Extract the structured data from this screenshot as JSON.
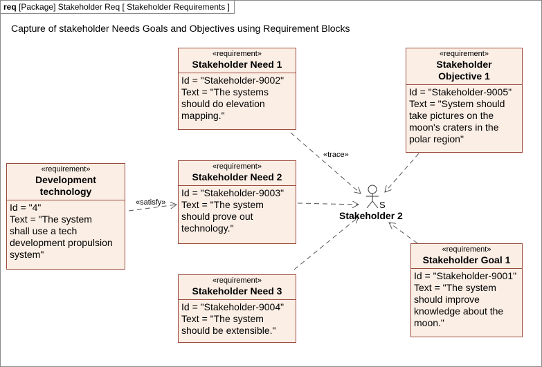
{
  "frame": {
    "kind": "req",
    "rest": "[Package] Stakeholder Req [ Stakeholder Requirements ]"
  },
  "caption": "Capture of stakeholder Needs Goals and Objectives using Requirement Blocks",
  "stereotype": "«requirement»",
  "requirements": {
    "need1": {
      "name": "Stakeholder Need 1",
      "id": "Id = \"Stakeholder-9002\"",
      "text": "Text = \"The systems\nshould do elevation\nmapping.\""
    },
    "need2": {
      "name": "Stakeholder Need 2",
      "id": "Id = \"Stakeholder-9003\"",
      "text": "Text = \"The system\nshould prove out\ntechnology.\""
    },
    "need3": {
      "name": "Stakeholder Need 3",
      "id": "Id = \"Stakeholder-9004\"",
      "text": "Text = \"The system\nshould be extensible.\""
    },
    "objective1": {
      "name": "Stakeholder\nObjective 1",
      "id": "Id = \"Stakeholder-9005\"",
      "text": "Text = \"System should\ntake pictures on the\nmoon's craters in the\npolar region\""
    },
    "goal1": {
      "name": "Stakeholder Goal 1",
      "id": "Id = \"Stakeholder-9001\"",
      "text": "Text = \"The system\nshould improve\nknowledge about the\nmoon.\""
    },
    "devtech": {
      "name": "Development\ntechnology",
      "id": "Id = \"4\"",
      "text": "Text = \"The system\nshall use a tech\ndevelopment propulsion\nsystem\""
    }
  },
  "actor": {
    "name": "Stakeholder 2",
    "badge": "S"
  },
  "edge_labels": {
    "trace": "«trace»",
    "satisfy": "«satisfy»"
  },
  "colors": {
    "box_fill": "#fbeee5",
    "box_border": "#9c4a3c",
    "line": "#555555"
  }
}
